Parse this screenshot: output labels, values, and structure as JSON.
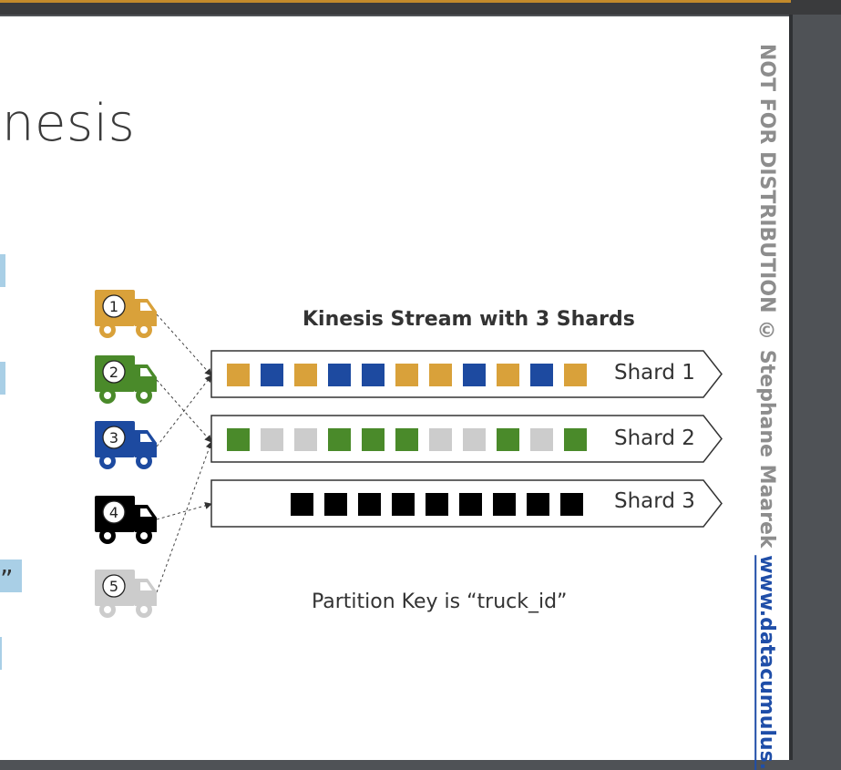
{
  "slide": {
    "title": "nesis",
    "left_quote": "”",
    "diagram_title": "Kinesis Stream with 3 Shards",
    "partition_note": "Partition Key is “truck_id”",
    "watermark_text": "NOT FOR DISTRIBUTION © Stephane Maarek ",
    "watermark_link": "www.datacumulus."
  },
  "colors": {
    "truck1": "#d9a13a",
    "truck2": "#4a8a2a",
    "truck3": "#1d4aa0",
    "truck4": "#000000",
    "truck5": "#cccccc",
    "accent": "#c38a2b"
  },
  "trucks": [
    {
      "number": "1",
      "color_key": "truck1",
      "icon": "truck-icon"
    },
    {
      "number": "2",
      "color_key": "truck2",
      "icon": "truck-icon"
    },
    {
      "number": "3",
      "color_key": "truck3",
      "icon": "truck-icon"
    },
    {
      "number": "4",
      "color_key": "truck4",
      "icon": "truck-icon"
    },
    {
      "number": "5",
      "color_key": "truck5",
      "icon": "truck-icon"
    }
  ],
  "shards": [
    {
      "label": "Shard 1",
      "records": [
        "truck1",
        "truck3",
        "truck1",
        "truck3",
        "truck3",
        "truck1",
        "truck1",
        "truck3",
        "truck1",
        "truck3",
        "truck1"
      ]
    },
    {
      "label": "Shard 2",
      "records": [
        "truck2",
        "truck5",
        "truck5",
        "truck2",
        "truck2",
        "truck2",
        "truck5",
        "truck5",
        "truck2",
        "truck5",
        "truck2"
      ]
    },
    {
      "label": "Shard 3",
      "records": [
        "truck4",
        "truck4",
        "truck4",
        "truck4",
        "truck4",
        "truck4",
        "truck4",
        "truck4",
        "truck4"
      ]
    }
  ]
}
